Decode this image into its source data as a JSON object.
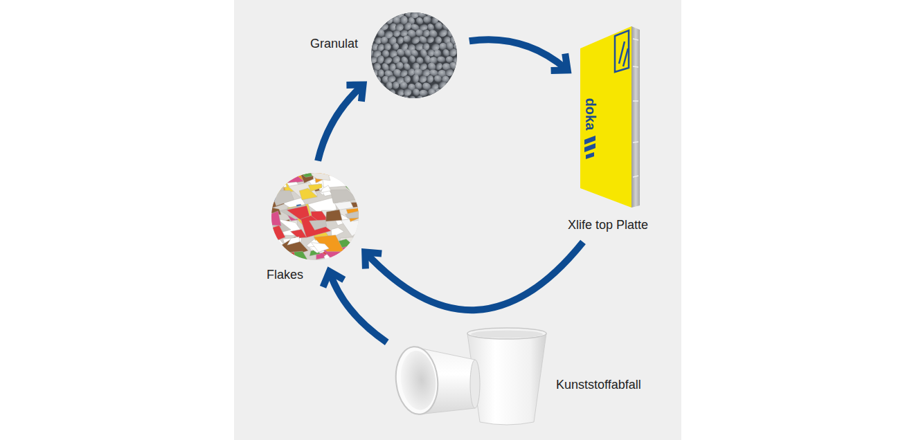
{
  "diagram": {
    "nodes": [
      {
        "text": [
          "Granulat"
        ]
      },
      {
        "text": [
          "Xlife top Platte"
        ]
      },
      {
        "text": [
          "Flakes"
        ]
      },
      {
        "text": [
          "Kunststoffabfall"
        ]
      }
    ],
    "edges": [
      {
        "from": 0,
        "to": 1,
        "arrow": "to"
      },
      {
        "from": 1,
        "to": 2,
        "arrow": "to"
      },
      {
        "from": 3,
        "to": 2,
        "arrow": "to"
      },
      {
        "from": 2,
        "to": 0,
        "arrow": "to"
      }
    ],
    "labels": [
      "doka"
    ]
  }
}
